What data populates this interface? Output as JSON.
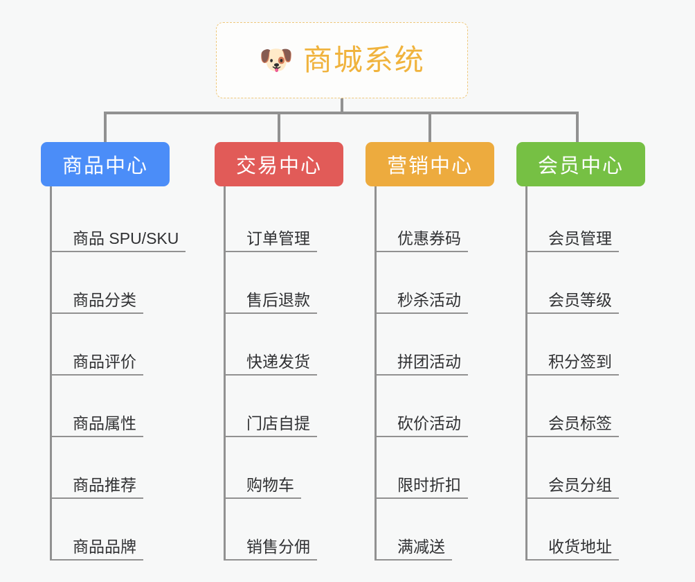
{
  "root": {
    "icon": "dog-face-emoji",
    "icon_glyph": "🐶",
    "title": "商城系统",
    "border_color": "#eec77a",
    "text_color": "#f0b33d"
  },
  "columns": [
    {
      "id": "product-center",
      "label": "商品中心",
      "color": "#4b8df8",
      "items": [
        "商品 SPU/SKU",
        "商品分类",
        "商品评价",
        "商品属性",
        "商品推荐",
        "商品品牌"
      ]
    },
    {
      "id": "trade-center",
      "label": "交易中心",
      "color": "#e15b58",
      "items": [
        "订单管理",
        "售后退款",
        "快递发货",
        "门店自提",
        "购物车",
        "销售分佣"
      ]
    },
    {
      "id": "marketing-center",
      "label": "营销中心",
      "color": "#edab3e",
      "items": [
        "优惠券码",
        "秒杀活动",
        "拼团活动",
        "砍价活动",
        "限时折扣",
        "满减送"
      ]
    },
    {
      "id": "member-center",
      "label": "会员中心",
      "color": "#76c044",
      "items": [
        "会员管理",
        "会员等级",
        "积分签到",
        "会员标签",
        "会员分组",
        "收货地址"
      ]
    }
  ],
  "connector_color": "#919191",
  "background_color": "#f7f8f8"
}
